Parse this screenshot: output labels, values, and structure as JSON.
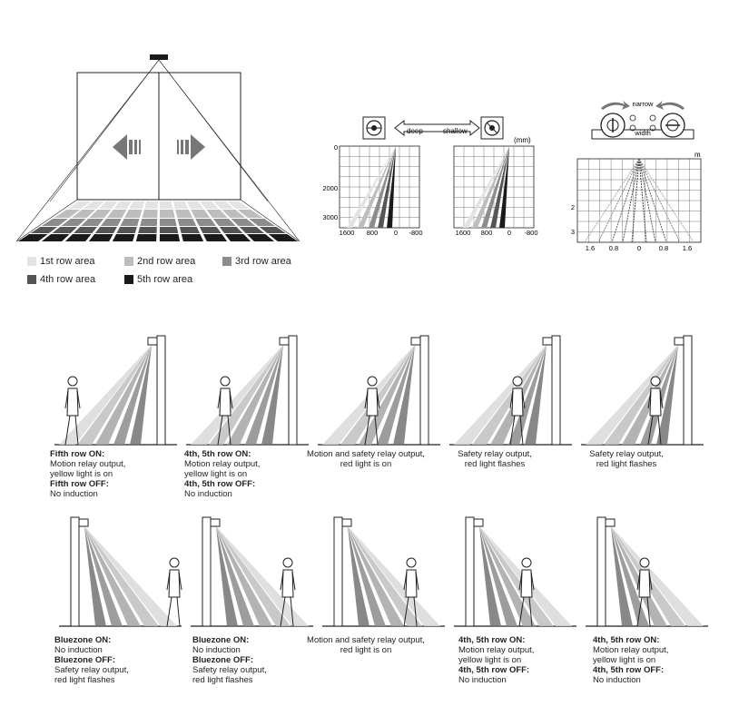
{
  "legend": [
    {
      "label": "1st row area",
      "color": "#e3e3e3"
    },
    {
      "label": "2nd row area",
      "color": "#bdbdbd"
    },
    {
      "label": "3rd row area",
      "color": "#8c8c8c"
    },
    {
      "label": "4th row area",
      "color": "#555555"
    },
    {
      "label": "5th row area",
      "color": "#1a1a1a"
    }
  ],
  "depth_chart": {
    "arrow_left": "deep",
    "arrow_right": "shallow",
    "unit": "(mm)",
    "y_ticks": [
      "0",
      "2000",
      "3000"
    ],
    "x_ticks": [
      "1600",
      "800",
      "0",
      "-800"
    ]
  },
  "width_chart": {
    "narrow_label": "narrow",
    "width_label": "width",
    "unit": "m",
    "y_ticks": [
      "2",
      "3"
    ],
    "x_ticks": [
      "1.6",
      "0.8",
      "0",
      "0.8",
      "1.6"
    ]
  },
  "scenarios_row1": [
    {
      "l1_bold": "Fifth row ON:",
      "l2": "Motion relay output,",
      "l3": "yellow light is on",
      "l4_bold": "Fifth row OFF:",
      "l5": "No induction"
    },
    {
      "l1_bold": "4th, 5th row ON:",
      "l2": "Motion relay output,",
      "l3": "yellow light is on",
      "l4_bold": "4th, 5th row OFF:",
      "l5": "No induction"
    },
    {
      "l1": "Motion and safety relay output,",
      "l2": "red light is on"
    },
    {
      "l1": "Safety relay output,",
      "l2": "red light flashes"
    },
    {
      "l1": "Safety relay output,",
      "l2": "red light flashes"
    }
  ],
  "scenarios_row2": [
    {
      "l1_bold": "Bluezone ON:",
      "l2": "No induction",
      "l3_bold": "Bluezone OFF:",
      "l4": "Safety relay output,",
      "l5": "red light flashes"
    },
    {
      "l1_bold": "Bluezone ON:",
      "l2": "No induction",
      "l3_bold": "Bluezone OFF:",
      "l4": "Safety relay output,",
      "l5": "red light flashes"
    },
    {
      "l1": "Motion and safety relay output,",
      "l2": "red light is on"
    },
    {
      "l1_bold": "4th, 5th row ON:",
      "l2": "Motion relay output,",
      "l3": "yellow light is on",
      "l4_bold": "4th, 5th row OFF:",
      "l5": "No induction"
    },
    {
      "l1_bold": "4th, 5th row ON:",
      "l2": "Motion relay output,",
      "l3": "yellow light is on",
      "l4_bold": "4th, 5th row OFF:",
      "l5": "No induction"
    }
  ]
}
